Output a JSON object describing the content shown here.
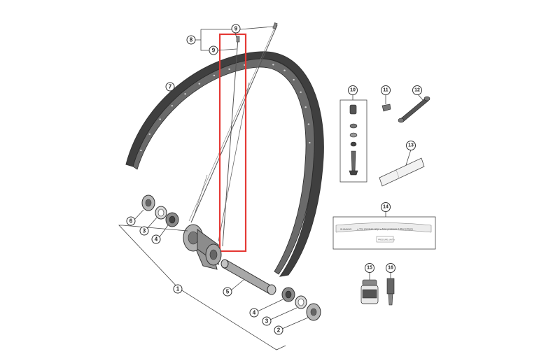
{
  "diagram": {
    "title": "",
    "colors": {
      "line": "#333333",
      "rim_dark": "#3f3f3f",
      "rim_light": "#6a6a6a",
      "part_gray": "#9a9a9a",
      "highlight": "#e53935",
      "background": "#ffffff"
    },
    "callouts": [
      {
        "id": "c1",
        "label": "1",
        "part": "hub-assembly"
      },
      {
        "id": "c2",
        "label": "2",
        "part": "lock-nut"
      },
      {
        "id": "c3a",
        "label": "3",
        "part": "washer"
      },
      {
        "id": "c3b",
        "label": "3",
        "part": "washer"
      },
      {
        "id": "c4a",
        "label": "4",
        "part": "seal"
      },
      {
        "id": "c4b",
        "label": "4",
        "part": "seal"
      },
      {
        "id": "c5",
        "label": "5",
        "part": "hub-axle"
      },
      {
        "id": "c6",
        "label": "6",
        "part": "lock-nut"
      },
      {
        "id": "c7",
        "label": "7",
        "part": "rim"
      },
      {
        "id": "c8",
        "label": "8",
        "part": "spoke-set"
      },
      {
        "id": "c9a",
        "label": "9",
        "part": "spoke"
      },
      {
        "id": "c9b",
        "label": "9",
        "part": "spoke"
      },
      {
        "id": "c10",
        "label": "10",
        "part": "valve-kit"
      },
      {
        "id": "c11",
        "label": "11",
        "part": "valve-cap"
      },
      {
        "id": "c12",
        "label": "12",
        "part": "spoke-wrench"
      },
      {
        "id": "c13",
        "label": "13",
        "part": "rim-tape"
      },
      {
        "id": "c14",
        "label": "14",
        "part": "sticker"
      },
      {
        "id": "c15",
        "label": "15",
        "part": "sealant-bottle"
      },
      {
        "id": "c16",
        "label": "16",
        "part": "valve-core-tool"
      }
    ],
    "sticker_text": {
      "brand": "SHIMANO",
      "line": "● Tire pressure only! ● Max pressure 2.8bar (40psi)",
      "small_label": "PRESSURE LIMIT ●"
    }
  }
}
